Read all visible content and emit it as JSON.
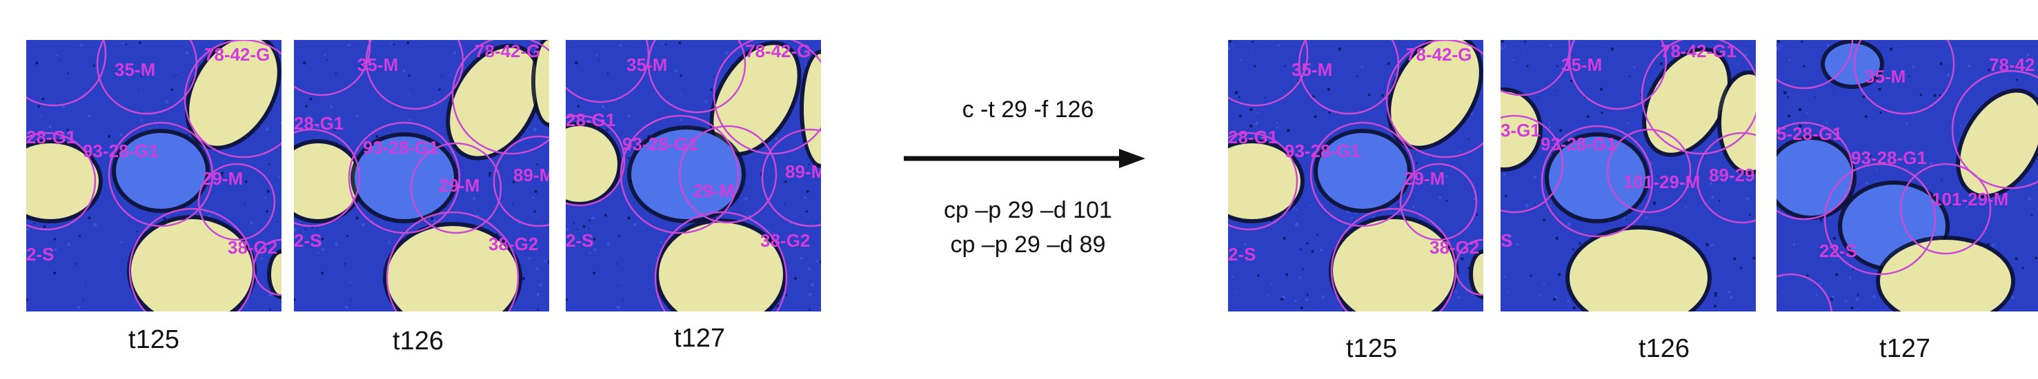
{
  "colors": {
    "background": "#2a3fc4",
    "nucleus": "#e8e6a6",
    "blue_nucleus": "#4f73e8",
    "label": "#d13cdc",
    "circle": "#c94ad6",
    "arrow": "#111111"
  },
  "left_panels": [
    {
      "time_label": "t125",
      "cell_labels": [
        "35-M",
        "78-42-G",
        "28-G1",
        "93-28-G1",
        "29-M",
        "2-S",
        "38-G2"
      ]
    },
    {
      "time_label": "t126",
      "cell_labels": [
        "35-M",
        "78-42-G",
        "28-G1",
        "93-28-G1",
        "29-M",
        "89-M",
        "2-S",
        "38-G2"
      ]
    },
    {
      "time_label": "t127",
      "cell_labels": [
        "35-M",
        "78-42-G",
        "28-G1",
        "93-28-G1",
        "29-M",
        "89-M",
        "2-S",
        "38-G2"
      ]
    }
  ],
  "right_panels": [
    {
      "time_label": "t125",
      "cell_labels": [
        "35-M",
        "78-42-G",
        "28-G1",
        "93-28-G1",
        "29-M",
        "2-S",
        "38-G2"
      ]
    },
    {
      "time_label": "t126",
      "cell_labels": [
        "35-M",
        "78-42-G1",
        "3-G1",
        "93-28-G1",
        "101-29-M",
        "89-29",
        "S"
      ]
    },
    {
      "time_label": "t127",
      "cell_labels": [
        "35-M",
        "78-42",
        "5-28-G1",
        "93-28-G1",
        "101-29-M",
        "22-S"
      ]
    }
  ],
  "commands": {
    "top": "c -t 29 -f 126",
    "bottom_line1": "cp –p 29 –d 101",
    "bottom_line2": "cp –p 29 –d 89"
  }
}
